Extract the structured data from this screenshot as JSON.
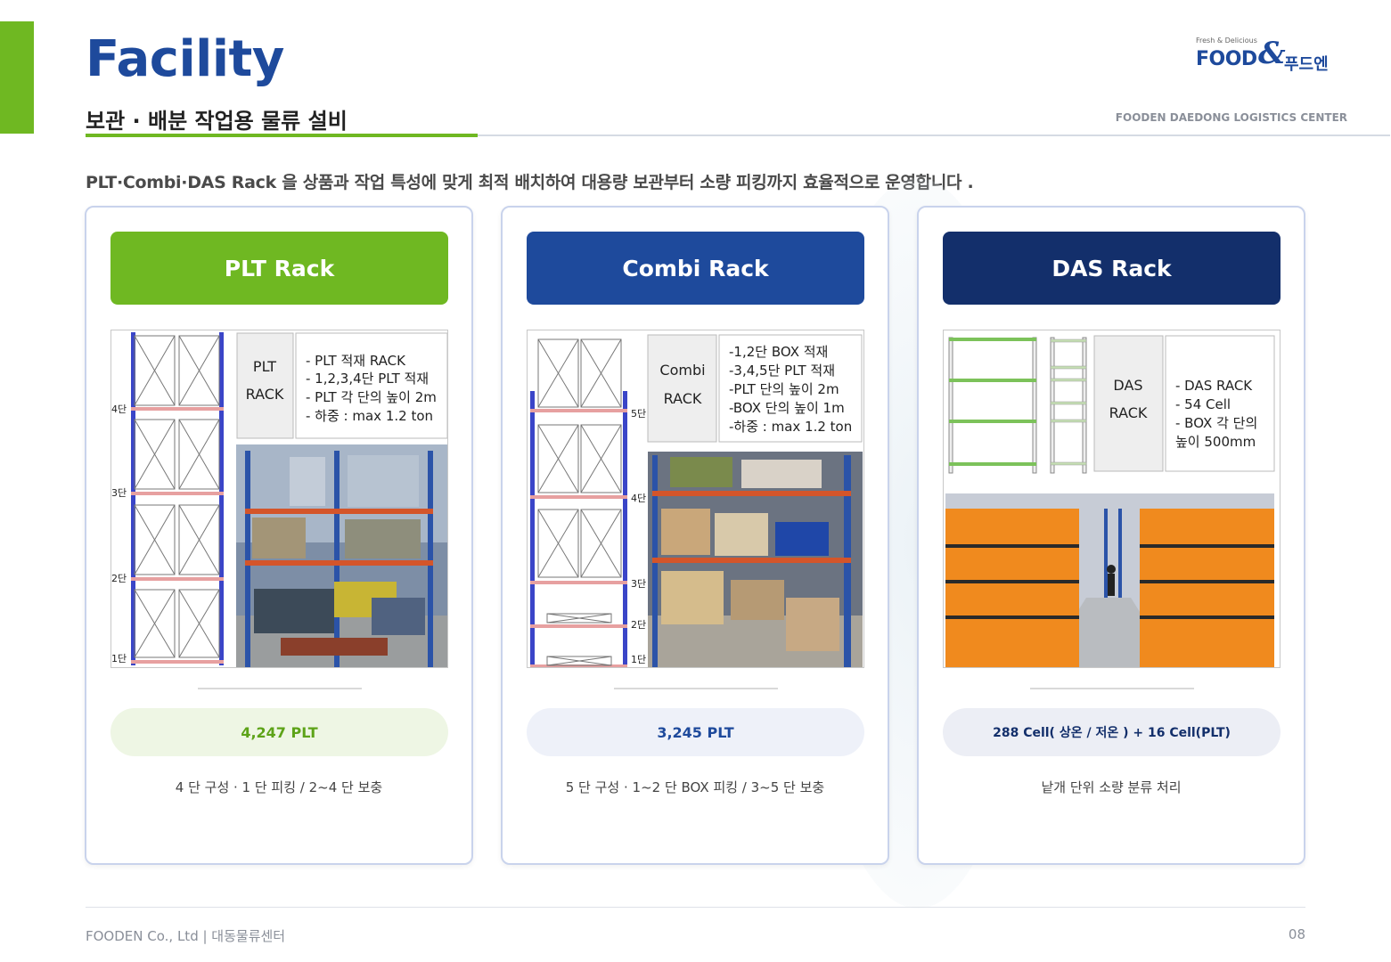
{
  "header": {
    "title": "Facility",
    "subtitle": "보관 · 배분 작업용 물류 설비",
    "center_label": "FOODEN DAEDONG LOGISTICS CENTER",
    "logo": {
      "tagline": "Fresh & Delicious",
      "word": "FOOD",
      "amp": "&",
      "kr": "푸드엔"
    }
  },
  "lead": "PLT·Combi·DAS Rack 을 상품과 작업 특성에 맞게 최적 배치하여 대용량 보관부터 소량 피킹까지 효율적으로 운영합니다 .",
  "colors": {
    "green": "#6fb822",
    "blue": "#1e4a9c",
    "navy": "#132f6b"
  },
  "cards": [
    {
      "title": "PLT Rack",
      "rack_label": [
        "PLT",
        "RACK"
      ],
      "specs": [
        "- PLT 적재 RACK",
        "- 1,2,3,4단 PLT 적재",
        "- PLT 각 단의 높이 2m",
        "- 하중 : max 1.2 ton"
      ],
      "levels": [
        "4단",
        "3단",
        "2단",
        "1단"
      ],
      "capacity": "4,247 PLT",
      "description": "4 단 구성 · 1 단 피킹 / 2~4 단 보충"
    },
    {
      "title": "Combi Rack",
      "rack_label": [
        "Combi",
        "RACK"
      ],
      "specs": [
        "-1,2단 BOX 적재",
        "-3,4,5단 PLT 적재",
        "-PLT 단의 높이 2m",
        "-BOX 단의 높이 1m",
        "-하중 : max 1.2 ton"
      ],
      "levels": [
        "5단",
        "4단",
        "3단",
        "2단",
        "1단"
      ],
      "capacity": "3,245 PLT",
      "description": "5 단 구성 · 1~2 단 BOX 피킹 / 3~5 단 보충"
    },
    {
      "title": "DAS Rack",
      "rack_label": [
        "DAS",
        "RACK"
      ],
      "specs": [
        "- DAS RACK",
        "- 54 Cell",
        "- BOX 각 단의",
        "높이 500mm"
      ],
      "capacity": "288 Cell( 상온 / 저온 ) + 16 Cell(PLT)",
      "description": "낱개 단위 소량 분류 처리"
    }
  ],
  "footer": {
    "company": "FOODEN Co., Ltd |   대동물류센터",
    "page": "08"
  }
}
